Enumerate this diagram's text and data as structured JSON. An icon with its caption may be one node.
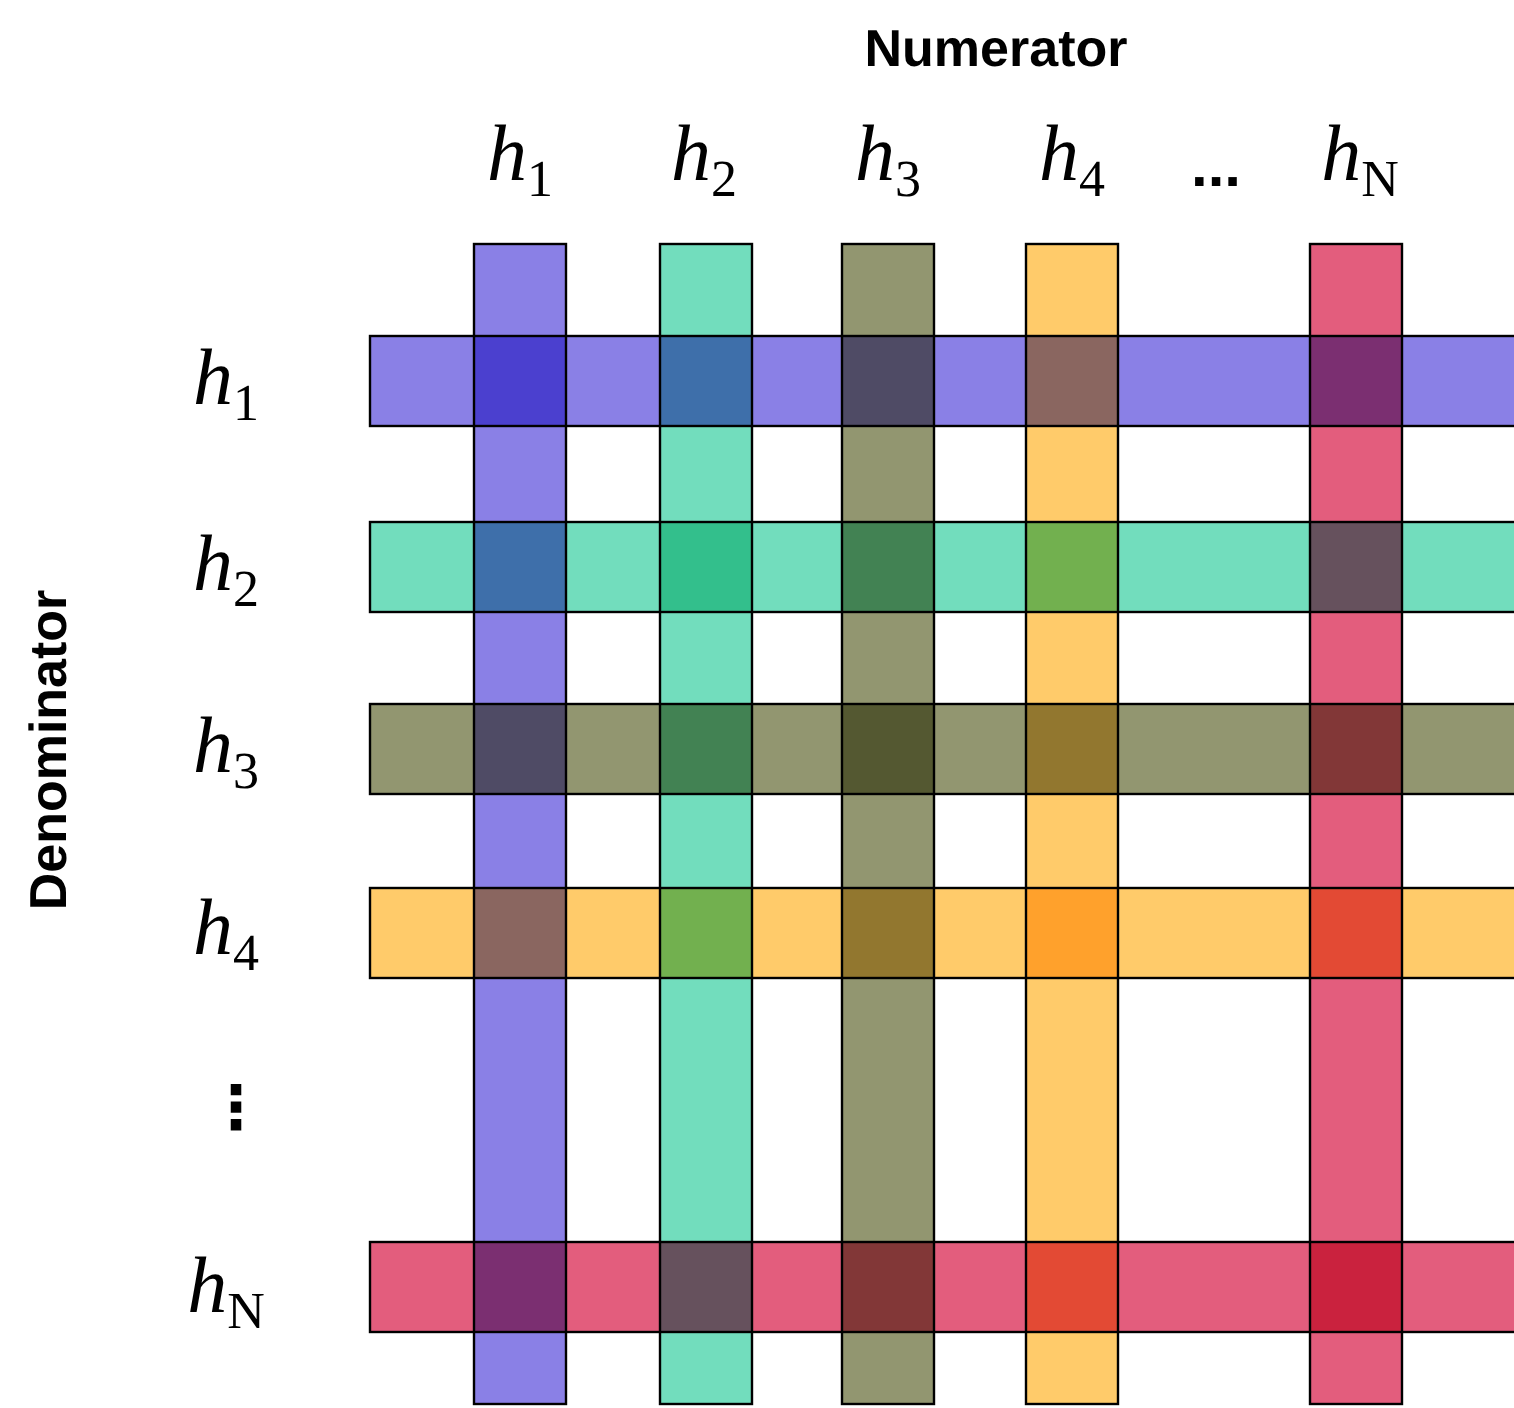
{
  "diagram": {
    "labels": [
      "Numerator",
      "*h*$_{1}$",
      "*h*$_{2}$",
      "*h*$_{3}$",
      "*h*$_{4}$",
      "...",
      "*h*$_{N}$",
      "Denominator",
      "*h*$_{1}$",
      "*h*$_{2}$",
      "*h*$_{3}$",
      "*h*$_{4}$",
      "⋮",
      "*h*$_{N}$"
    ]
  }
}
